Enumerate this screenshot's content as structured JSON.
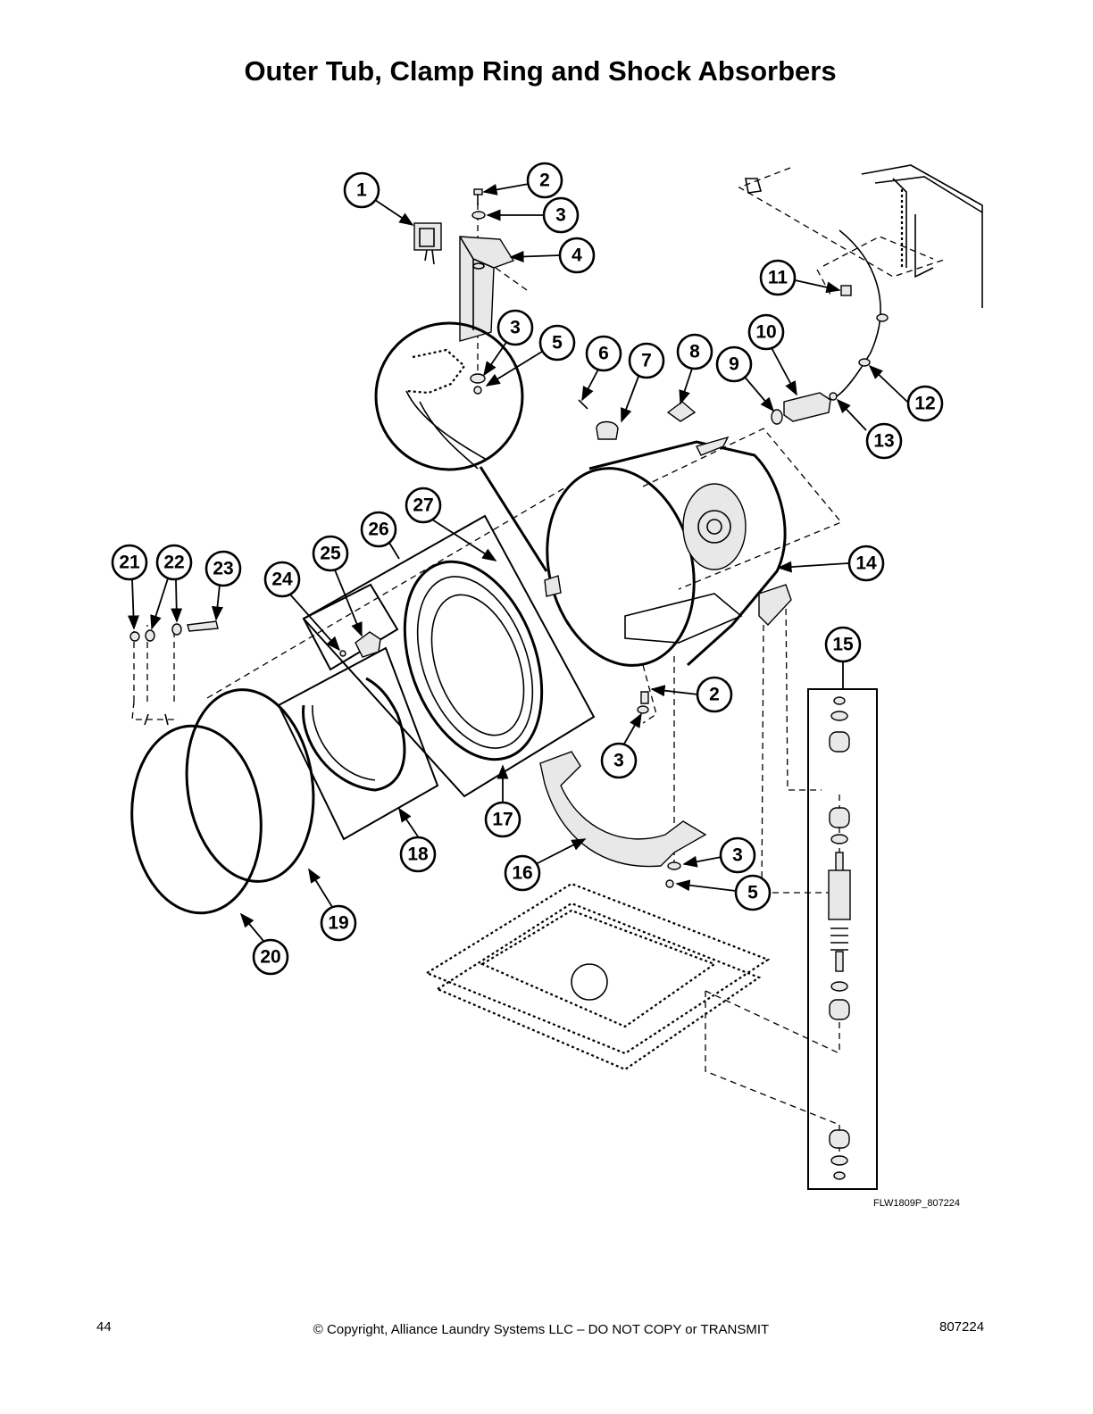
{
  "title": "Outer Tub, Clamp Ring and Shock Absorbers",
  "reference_code": "FLW1809P_807224",
  "footer": {
    "page_number": "44",
    "copyright": "© Copyright, Alliance Laundry Systems LLC – DO NOT COPY or TRANSMIT",
    "doc_number": "807224"
  },
  "callouts": [
    {
      "id": "c1",
      "label": "1"
    },
    {
      "id": "c2a",
      "label": "2"
    },
    {
      "id": "c3a",
      "label": "3"
    },
    {
      "id": "c4",
      "label": "4"
    },
    {
      "id": "c3b",
      "label": "3"
    },
    {
      "id": "c5a",
      "label": "5"
    },
    {
      "id": "c6",
      "label": "6"
    },
    {
      "id": "c7",
      "label": "7"
    },
    {
      "id": "c8",
      "label": "8"
    },
    {
      "id": "c9",
      "label": "9"
    },
    {
      "id": "c10",
      "label": "10"
    },
    {
      "id": "c11",
      "label": "11"
    },
    {
      "id": "c12",
      "label": "12"
    },
    {
      "id": "c13",
      "label": "13"
    },
    {
      "id": "c14",
      "label": "14"
    },
    {
      "id": "c15",
      "label": "15"
    },
    {
      "id": "c2b",
      "label": "2"
    },
    {
      "id": "c3c",
      "label": "3"
    },
    {
      "id": "c3d",
      "label": "3"
    },
    {
      "id": "c5b",
      "label": "5"
    },
    {
      "id": "c16",
      "label": "16"
    },
    {
      "id": "c17",
      "label": "17"
    },
    {
      "id": "c18",
      "label": "18"
    },
    {
      "id": "c19",
      "label": "19"
    },
    {
      "id": "c20",
      "label": "20"
    },
    {
      "id": "c21",
      "label": "21"
    },
    {
      "id": "c22",
      "label": "22"
    },
    {
      "id": "c23",
      "label": "23"
    },
    {
      "id": "c24",
      "label": "24"
    },
    {
      "id": "c25",
      "label": "25"
    },
    {
      "id": "c26",
      "label": "26"
    },
    {
      "id": "c27",
      "label": "27"
    }
  ]
}
